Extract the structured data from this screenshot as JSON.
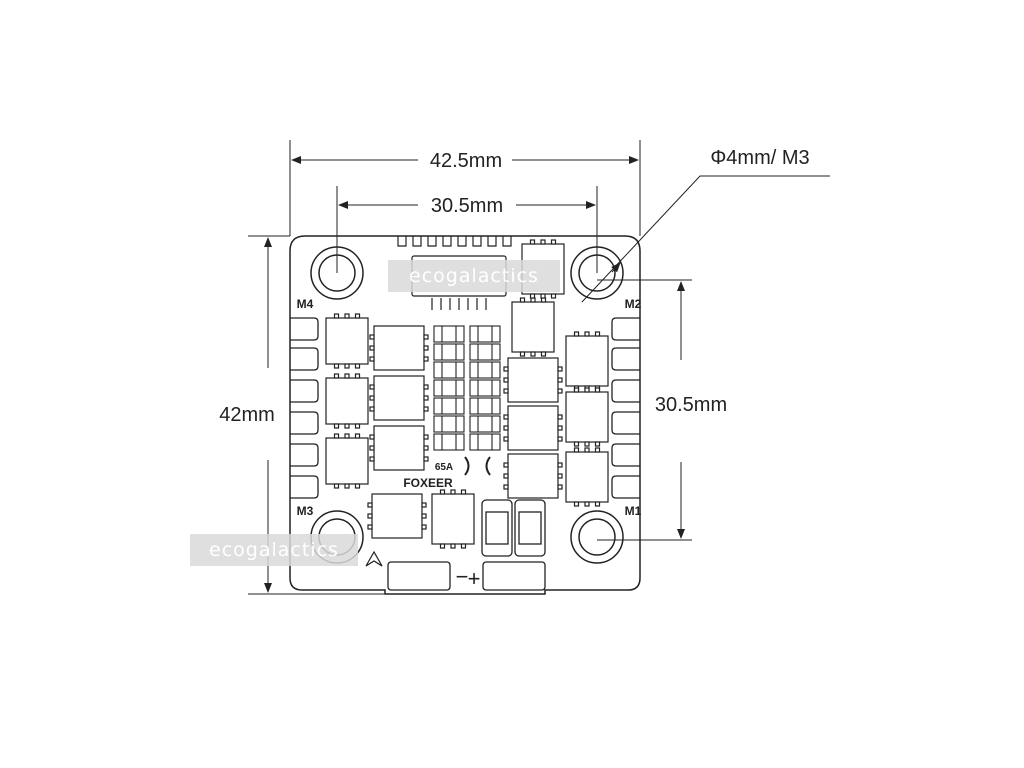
{
  "dimensions": {
    "overall_width": "42.5mm",
    "hole_spacing_width": "30.5mm",
    "overall_height": "42mm",
    "hole_spacing_height": "30.5mm",
    "hole_spec": "Φ4mm/ M3"
  },
  "board": {
    "motor_labels": {
      "m1": "M1",
      "m2": "M2",
      "m3": "M3",
      "m4": "M4"
    },
    "rating": "65A",
    "brand": "FOXEER",
    "battery_negative": "−",
    "battery_positive": "+"
  },
  "watermark": {
    "text": "ecogalactics"
  },
  "colors": {
    "line": "#222222",
    "watermark_bg": "#d9d9d9"
  }
}
